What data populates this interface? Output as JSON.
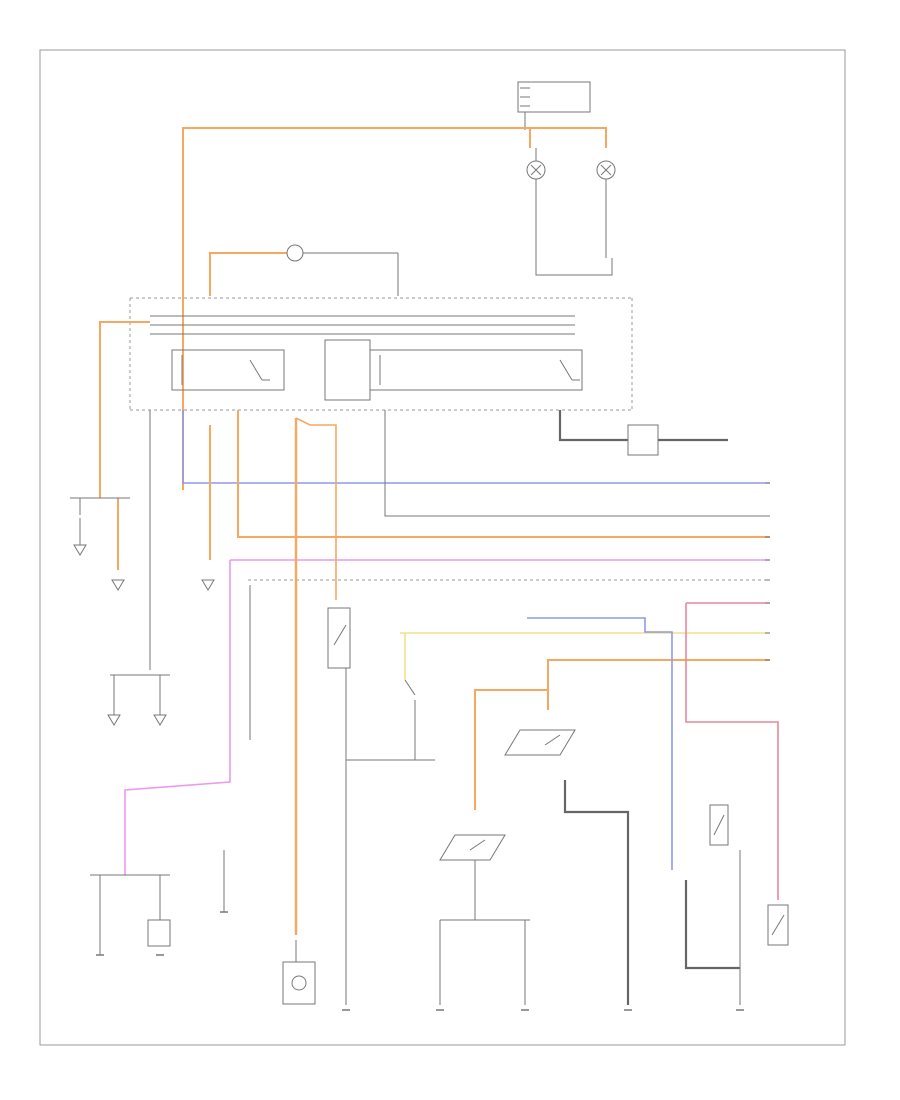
{
  "diagram": {
    "code": "",
    "colors": {
      "orange": "#f6a860",
      "blue": "#8f99e6",
      "pink": "#ee99ee",
      "red": "#e9879a",
      "yellow": "#f2df8c",
      "black": "#777777",
      "gray": "#999999"
    },
    "components": [
      {
        "id": "top-fuse-box",
        "label": ""
      },
      {
        "id": "left-courtesy-lamp",
        "label": ""
      },
      {
        "id": "right-courtesy-lamp",
        "label": ""
      },
      {
        "id": "trunk-lamp",
        "label": ""
      },
      {
        "id": "left-door-switch-relay",
        "label": ""
      },
      {
        "id": "right-door-switch-relay",
        "label": ""
      },
      {
        "id": "body-control-module",
        "label": ""
      },
      {
        "id": "courtesy-lamp-module",
        "label": ""
      },
      {
        "id": "glove-box-lamp",
        "label": ""
      },
      {
        "id": "left-front-door-switch",
        "label": ""
      },
      {
        "id": "left-rear-door-switch",
        "label": ""
      },
      {
        "id": "right-front-door-switch",
        "label": ""
      },
      {
        "id": "right-rear-door-switch",
        "label": ""
      },
      {
        "id": "trunk-lid-switch",
        "label": ""
      },
      {
        "id": "hood-switch",
        "label": ""
      }
    ]
  }
}
